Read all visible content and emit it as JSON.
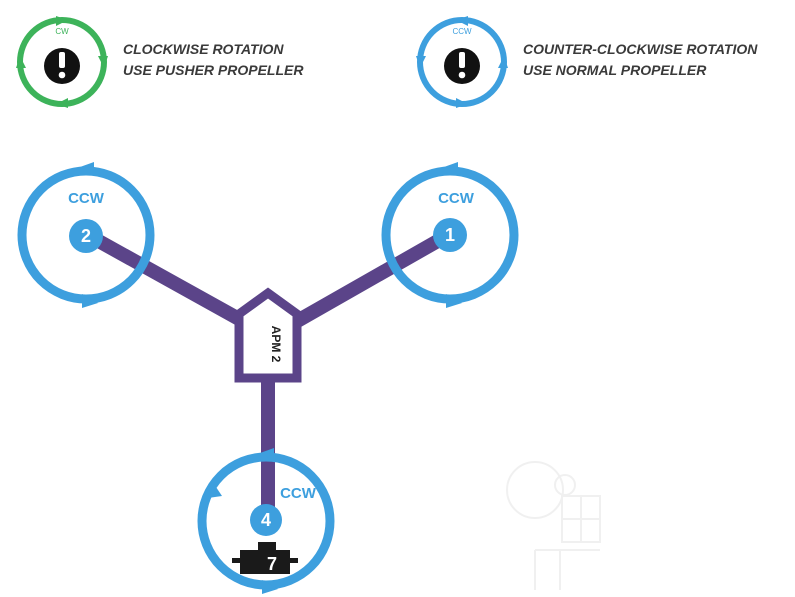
{
  "legend": {
    "cw": {
      "ring_label": "CW",
      "line1": "CLOCKWISE ROTATION",
      "line2": "USE PUSHER PROPELLER",
      "color": "#3db35a"
    },
    "ccw": {
      "ring_label": "CCW",
      "line1": "COUNTER-CLOCKWISE ROTATION",
      "line2": "USE NORMAL PROPELLER",
      "color": "#3d9fde"
    }
  },
  "motors": [
    {
      "number": "2",
      "direction": "CCW"
    },
    {
      "number": "1",
      "direction": "CCW"
    },
    {
      "number": "4",
      "direction": "CCW"
    }
  ],
  "controller": {
    "label": "APM 2"
  },
  "servo": {
    "label": "7"
  },
  "colors": {
    "ring": "#3d9fde",
    "arm": "#5b4489",
    "servo": "#1a1a1a"
  }
}
